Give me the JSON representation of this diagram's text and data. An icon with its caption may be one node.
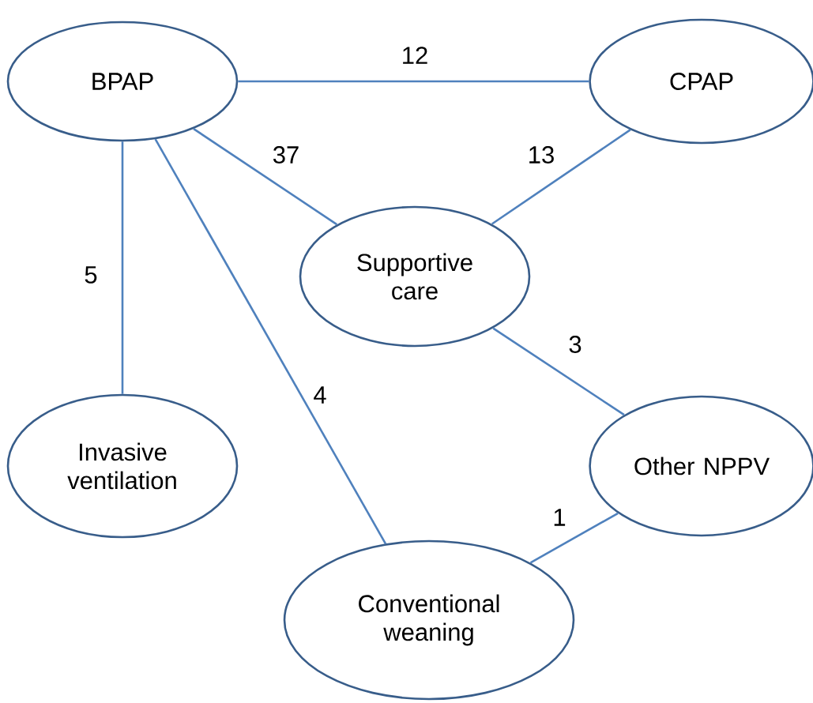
{
  "diagram": {
    "nodes": [
      {
        "text": [
          "BPAP"
        ]
      },
      {
        "text": [
          "CPAP"
        ]
      },
      {
        "text": [
          "Supportive care"
        ]
      },
      {
        "text": [
          "Invasive ventilation"
        ]
      },
      {
        "text": [
          "Other NPPV"
        ]
      },
      {
        "text": [
          "Conventional weaning"
        ]
      }
    ],
    "edges": [
      {
        "from": 0,
        "to": 1,
        "arrow": "none",
        "label": "12"
      },
      {
        "from": 0,
        "to": 2,
        "arrow": "none",
        "label": "37"
      },
      {
        "from": 1,
        "to": 2,
        "arrow": "none",
        "label": "13"
      },
      {
        "from": 0,
        "to": 3,
        "arrow": "none",
        "label": "5"
      },
      {
        "from": 0,
        "to": 5,
        "arrow": "none",
        "label": "4"
      },
      {
        "from": 2,
        "to": 4,
        "arrow": "none",
        "label": "3"
      },
      {
        "from": 4,
        "to": 5,
        "arrow": "none",
        "label": "1"
      }
    ]
  }
}
